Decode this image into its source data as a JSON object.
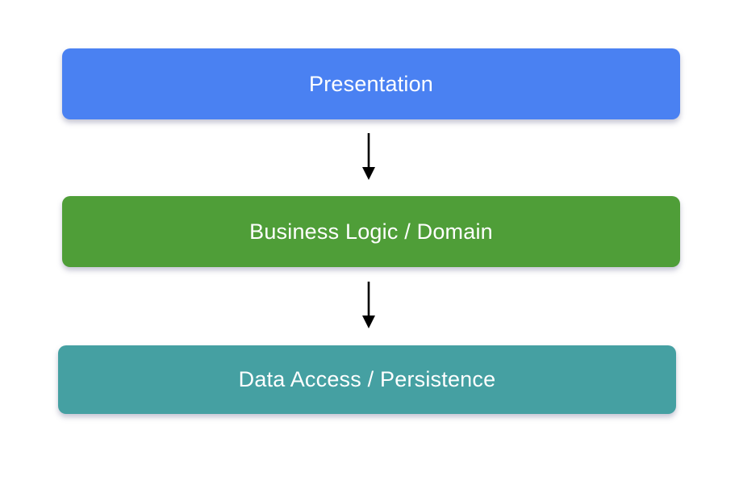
{
  "diagram": {
    "background_color": "#ffffff",
    "arrow_color": "#000000",
    "layers": [
      {
        "label": "Presentation",
        "color": "#4a81f2",
        "text_color": "#ffffff"
      },
      {
        "label": "Business Logic / Domain",
        "color": "#4f9e38",
        "text_color": "#ffffff"
      },
      {
        "label": "Data Access / Persistence",
        "color": "#45a0a2",
        "text_color": "#ffffff"
      }
    ],
    "connections": [
      {
        "from": "Presentation",
        "to": "Business Logic / Domain",
        "direction": "down"
      },
      {
        "from": "Business Logic / Domain",
        "to": "Data Access / Persistence",
        "direction": "down"
      }
    ]
  }
}
